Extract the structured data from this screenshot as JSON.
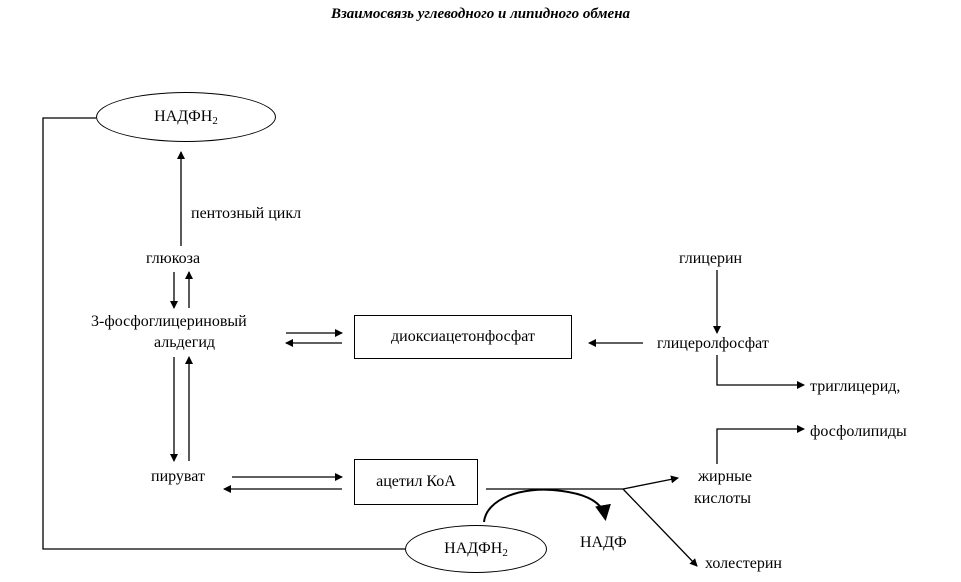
{
  "title": "Взаимосвязь углеводного и липидного обмена",
  "nodes": {
    "nadph_top": {
      "main": "НАДФН",
      "sub": "2"
    },
    "pentose": "пентозный цикл",
    "glucose": "глюкоза",
    "pga_line1": "3-фосфоглицериновый",
    "pga_line2": "альдегид",
    "dhap": "диоксиацетонфосфат",
    "glycerol": "глицерин",
    "glycerophosphate": "глицеролфосфат",
    "triglyceride": "триглицерид,",
    "phospholipids": "фосфолипиды",
    "pyruvate": "пируват",
    "acetyl_coa": "ацетил КоА",
    "fatty_line1": "жирные",
    "fatty_line2": "кислоты",
    "nadph_bottom": {
      "main": "НАДФН",
      "sub": "2"
    },
    "nadp": "НАДФ",
    "cholesterol": "холестерин"
  }
}
